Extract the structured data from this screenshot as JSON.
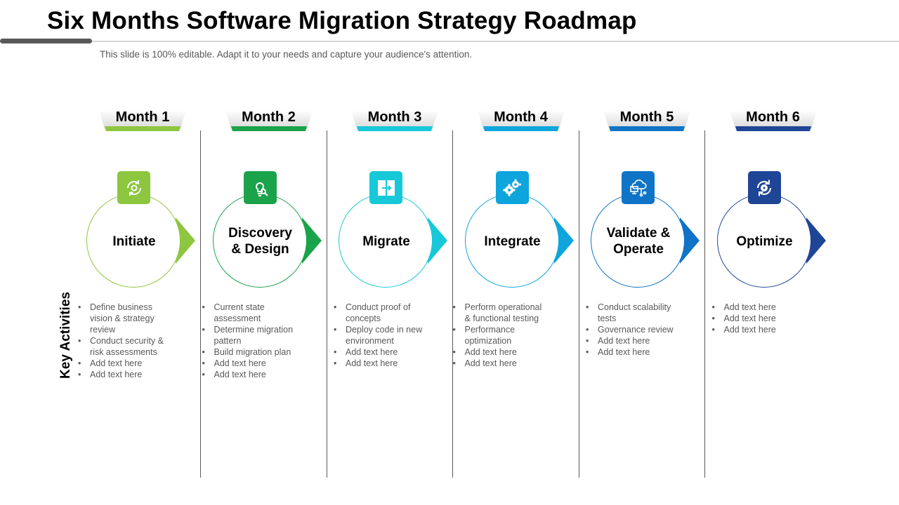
{
  "header": {
    "title": "Six Months Software Migration Strategy Roadmap",
    "subtitle": "This slide is 100% editable. Adapt it to your needs and capture your audience's attention."
  },
  "side_label": "Key Activities",
  "stages": [
    {
      "month": "Month 1",
      "label": "Initiate",
      "color": "#8dc63f",
      "icon": "refresh-gear-icon",
      "activities": [
        "Define business vision & strategy review",
        "Conduct security & risk assessments",
        "Add text here",
        "Add text here"
      ]
    },
    {
      "month": "Month 2",
      "label": "Discovery\n& Design",
      "color": "#1aa34a",
      "icon": "lightbulb-search-icon",
      "activities": [
        "Current state assessment",
        "Determine migration pattern",
        "Build migration plan",
        "Add text here",
        "Add text here"
      ]
    },
    {
      "month": "Month 3",
      "label": "Migrate",
      "color": "#17c8d8",
      "icon": "file-transfer-icon",
      "activities": [
        "Conduct proof of concepts",
        "Deploy code in new environment",
        "Add text here",
        "Add text here"
      ]
    },
    {
      "month": "Month 4",
      "label": "Integrate",
      "color": "#0ea5dc",
      "icon": "gears-icon",
      "activities": [
        "Perform operational & functional testing",
        "Performance optimization",
        "Add text here",
        "Add text here"
      ]
    },
    {
      "month": "Month 5",
      "label": "Validate &\nOperate",
      "color": "#0f74c6",
      "icon": "cloud-network-icon",
      "activities": [
        "Conduct scalability tests",
        "Governance  review",
        "Add text here",
        "Add text here"
      ]
    },
    {
      "month": "Month 6",
      "label": "Optimize",
      "color": "#1f4597",
      "icon": "cycle-gear-icon",
      "activities": [
        "Add text here",
        "Add text here",
        "Add text here"
      ]
    }
  ]
}
